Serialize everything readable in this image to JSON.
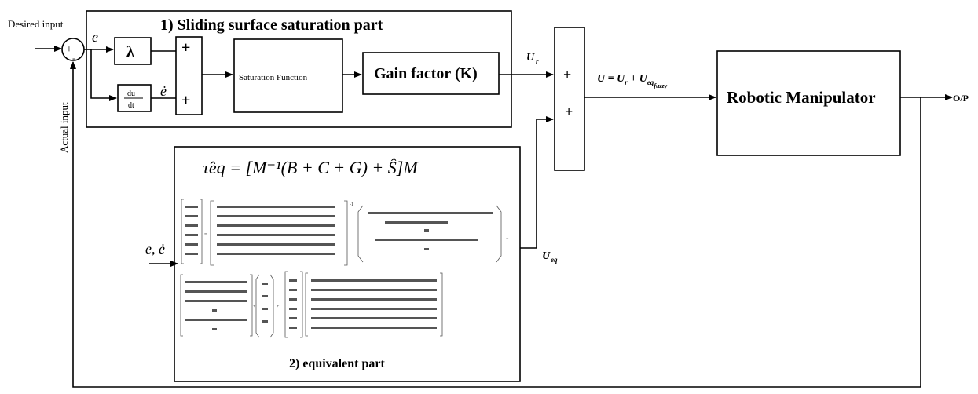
{
  "labels": {
    "desired_input": "Desired input",
    "actual_input": "Actual input",
    "sliding_title": "1) Sliding surface saturation part",
    "lambda": "λ",
    "d_num": "du",
    "d_den": "dt",
    "saturation": "Saturation Function",
    "gain": "Gain factor (K)",
    "ur": "U",
    "ur_sub": "r",
    "u_eq_text": "U = U",
    "u_eq_sub": "r",
    "u_eq_plus": " + U",
    "u_eq_sub2": "eq",
    "u_eq_sub3": "fuzzy",
    "ueq": "U",
    "ueq_sub": "eq",
    "robot": "Robotic Manipulator",
    "output": "O/P",
    "e": "e",
    "e_dot": "ė",
    "e_edot": "e, ė",
    "plus": "+",
    "minus": "-",
    "equiv_title": "2) equivalent part",
    "tau_formula": "τ̂eq = [M⁻¹(B + C + G) + Ŝ]M"
  }
}
